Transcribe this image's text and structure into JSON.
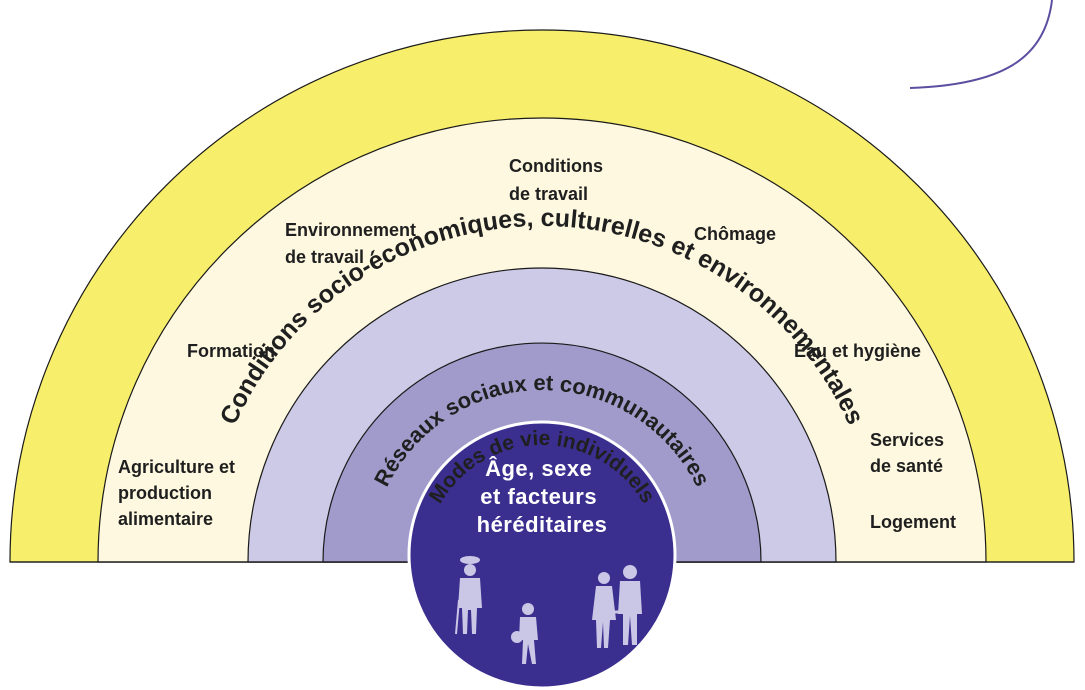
{
  "layers": {
    "outer": "Conditions socio-économiques, culturelles et environnementales",
    "social": "Réseaux sociaux et communautaires",
    "lifestyle": "Modes de vie individuels"
  },
  "core": {
    "line1": "Âge, sexe",
    "line2": "et facteurs",
    "line3": "héréditaires"
  },
  "sectors": {
    "agriculture": [
      "Agriculture et",
      "production",
      "alimentaire"
    ],
    "formation": [
      "Formation"
    ],
    "environnement": [
      "Environnement",
      "de travail"
    ],
    "conditions": [
      "Conditions",
      "de travail"
    ],
    "chomage": [
      "Chômage"
    ],
    "eau": [
      "Eau et hygiène"
    ],
    "services": [
      "Services",
      "de santé"
    ],
    "logement": [
      "Logement"
    ]
  },
  "colors": {
    "outer_ring": "#f7ee6b",
    "sector_fill": "#fdf8df",
    "social_ring": "#cccae6",
    "lifestyle_ring": "#a19bcc",
    "core": "#3a2f8f",
    "stroke": "#1a1a1a",
    "deco_curve": "#5a4fa0"
  },
  "icons": [
    "elderly-man-with-cane-icon",
    "child-with-ball-icon",
    "couple-holding-hands-icon"
  ]
}
